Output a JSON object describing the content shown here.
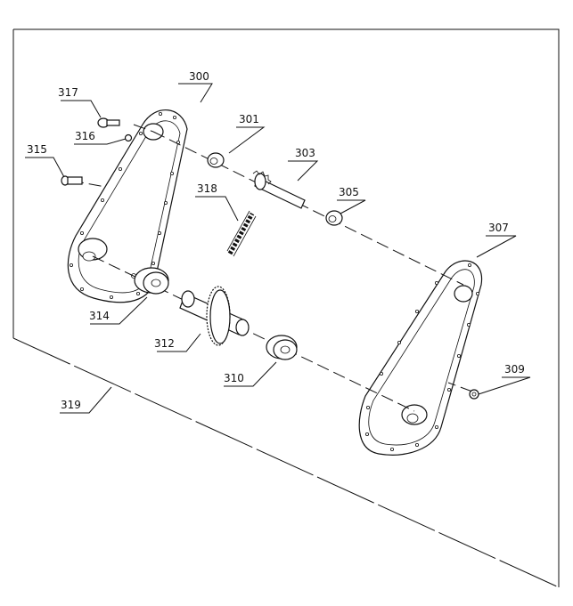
{
  "callouts": {
    "c300": "300",
    "c301": "301",
    "c303": "303",
    "c305": "305",
    "c307": "307",
    "c309": "309",
    "c310": "310",
    "c312": "312",
    "c314": "314",
    "c315": "315",
    "c316": "316",
    "c317": "317",
    "c318": "318",
    "c319": "319"
  }
}
